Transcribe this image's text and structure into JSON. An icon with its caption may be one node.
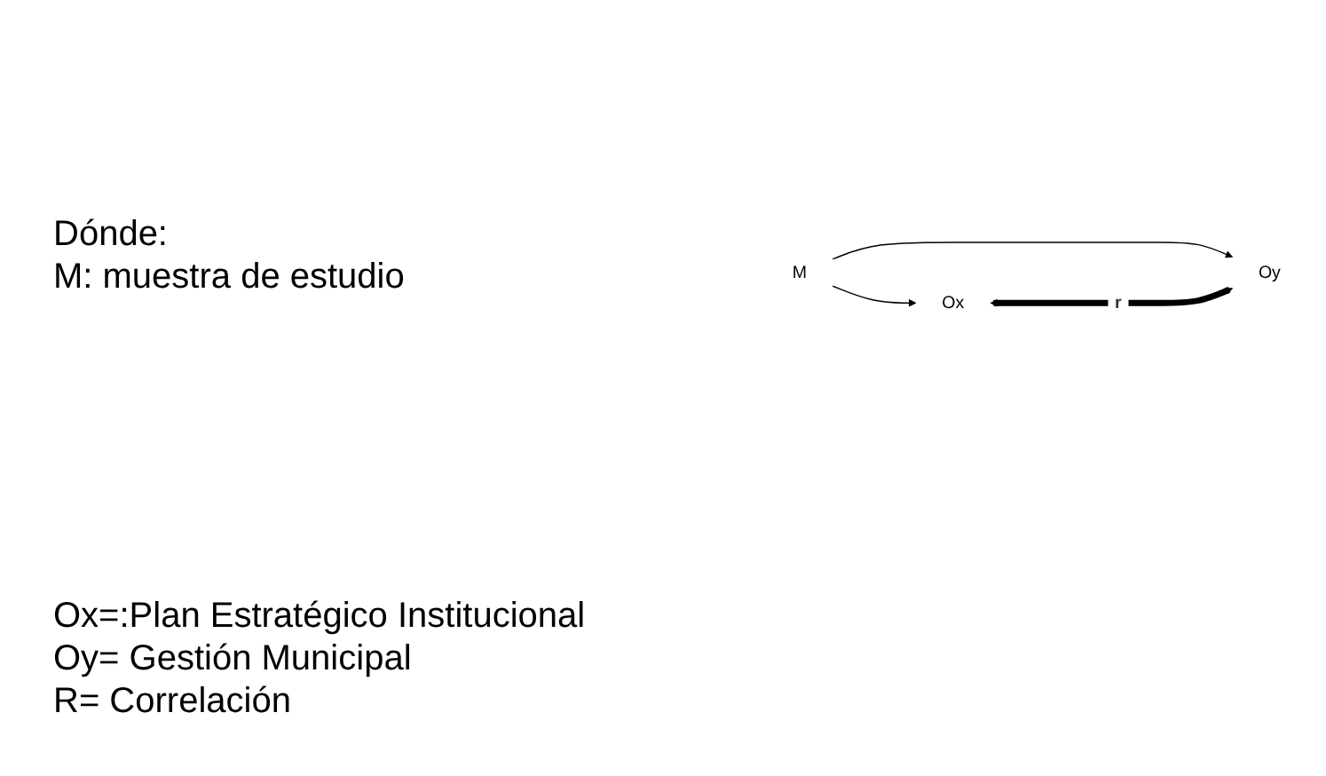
{
  "diagram": {
    "nodes": [
      {
        "text": [
          "Ox"
        ]
      },
      {
        "text": [
          "M"
        ]
      },
      {
        "text": [
          "Oy"
        ]
      }
    ],
    "edges": [
      {
        "from": 1,
        "to": 0,
        "arrow": "to"
      },
      {
        "from": 1,
        "to": 2,
        "arrow": "to"
      },
      {
        "from": 0,
        "to": 2,
        "arrow": "both",
        "label": "r",
        "style": "thick"
      }
    ],
    "labels": [
      "Dónde:",
      "M: muestra de estudio",
      "Ox=:Plan Estratégico Institucional",
      "Oy= Gestión Municipal",
      "R= Correlación"
    ]
  }
}
